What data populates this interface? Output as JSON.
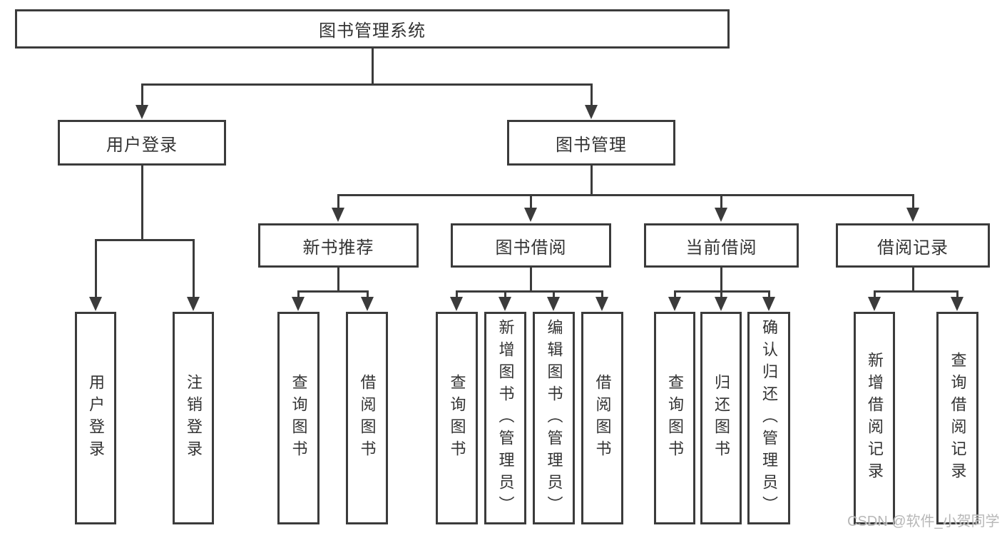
{
  "diagram": {
    "root": {
      "label": "图书管理系统"
    },
    "level2": [
      {
        "label": "用户登录",
        "children": [
          "用户登录",
          "注销登录"
        ]
      },
      {
        "label": "图书管理"
      }
    ],
    "level3": [
      {
        "label": "新书推荐",
        "children": [
          "查询图书",
          "借阅图书"
        ]
      },
      {
        "label": "图书借阅",
        "children": [
          "查询图书",
          "新增图书（管理员）",
          "编辑图书（管理员）",
          "借阅图书"
        ]
      },
      {
        "label": "当前借阅",
        "children": [
          "查询图书",
          "归还图书",
          "确认归还（管理员）"
        ]
      },
      {
        "label": "借阅记录",
        "children": [
          "新增借阅记录",
          "查询借阅记录"
        ]
      }
    ],
    "watermark": "CSDN @软件_小贺同学",
    "colors": {
      "line": "#3b3b3b",
      "text": "#333333",
      "background": "#ffffff",
      "watermark": "#b0b0b0"
    }
  }
}
